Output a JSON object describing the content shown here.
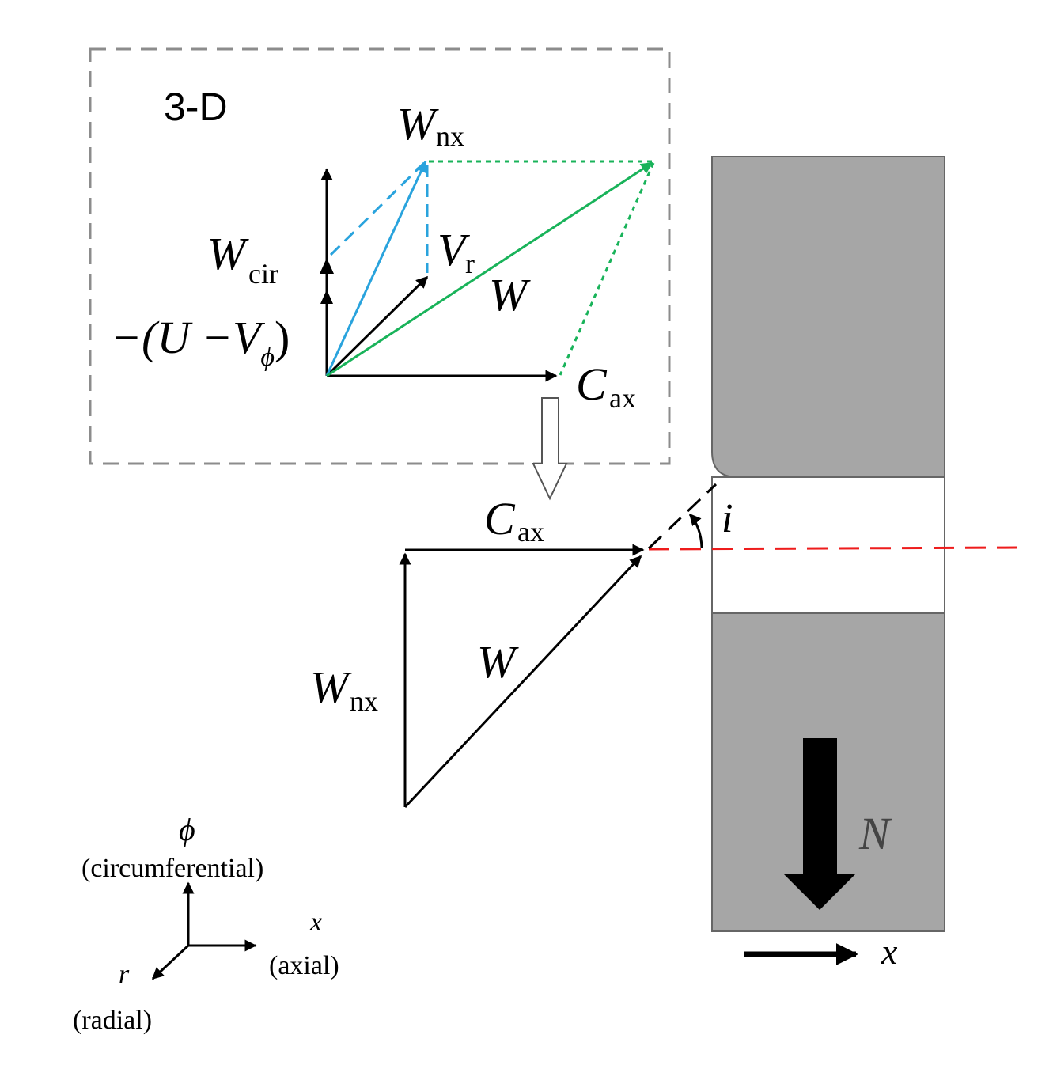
{
  "title": "3-D",
  "colors": {
    "black": "#000000",
    "blue": "#29a3dd",
    "green": "#19b35a",
    "red": "#ee1c1c",
    "gray_fill": "#a6a6a6",
    "gray_frame": "#8c8c8c"
  },
  "labels_3d": {
    "wnx_main": "W",
    "wnx_sub": "nx",
    "wcir_main": "W",
    "wcir_sub": "cir",
    "vr_main": "V",
    "vr_sub": "r",
    "w": "W",
    "cax_main": "C",
    "cax_sub": "ax",
    "u_expr_part1": "−(U −V",
    "u_expr_sub": "ϕ",
    "u_expr_part2": ")"
  },
  "labels_2d": {
    "cax_main": "C",
    "cax_sub": "ax",
    "w": "W",
    "wnx_main": "W",
    "wnx_sub": "nx",
    "incidence": "i"
  },
  "blade": {
    "rotation_label": "N",
    "axis_label": "x"
  },
  "coordinate_system": {
    "phi_symbol": "ϕ",
    "phi_name": "(circumferential)",
    "x_symbol": "x",
    "x_name": "(axial)",
    "r_symbol": "r",
    "r_name": "(radial)"
  }
}
